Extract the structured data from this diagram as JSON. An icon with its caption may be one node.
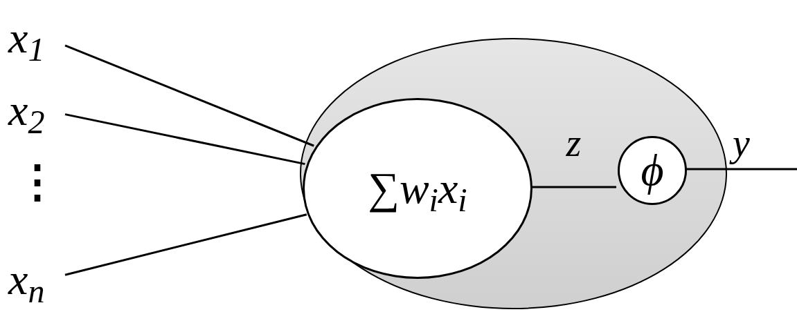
{
  "diagram": {
    "nodes": [
      {
        "text": [
          "x$_{1}$"
        ]
      },
      {
        "text": [
          "x$_{2}$"
        ]
      },
      {
        "text": [
          "x$_{n}$"
        ]
      },
      {
        "text": [],
        "shape": "ellipse"
      },
      {
        "text": [
          "∑w$_{i}$x$_{i}$"
        ],
        "in": 3
      },
      {
        "text": [
          "ϕ"
        ],
        "in": 3
      }
    ],
    "edges": [
      {
        "from": 0,
        "to": 4,
        "arrow": "none"
      },
      {
        "from": 1,
        "to": 4,
        "arrow": "none"
      },
      {
        "from": 2,
        "to": 4,
        "arrow": "none"
      },
      {
        "from": 4,
        "to": 5,
        "arrow": "none",
        "label": "z"
      },
      {
        "from": 5,
        "to": null,
        "arrow": "none",
        "label": "y"
      }
    ],
    "labels": [
      "⋮"
    ]
  }
}
